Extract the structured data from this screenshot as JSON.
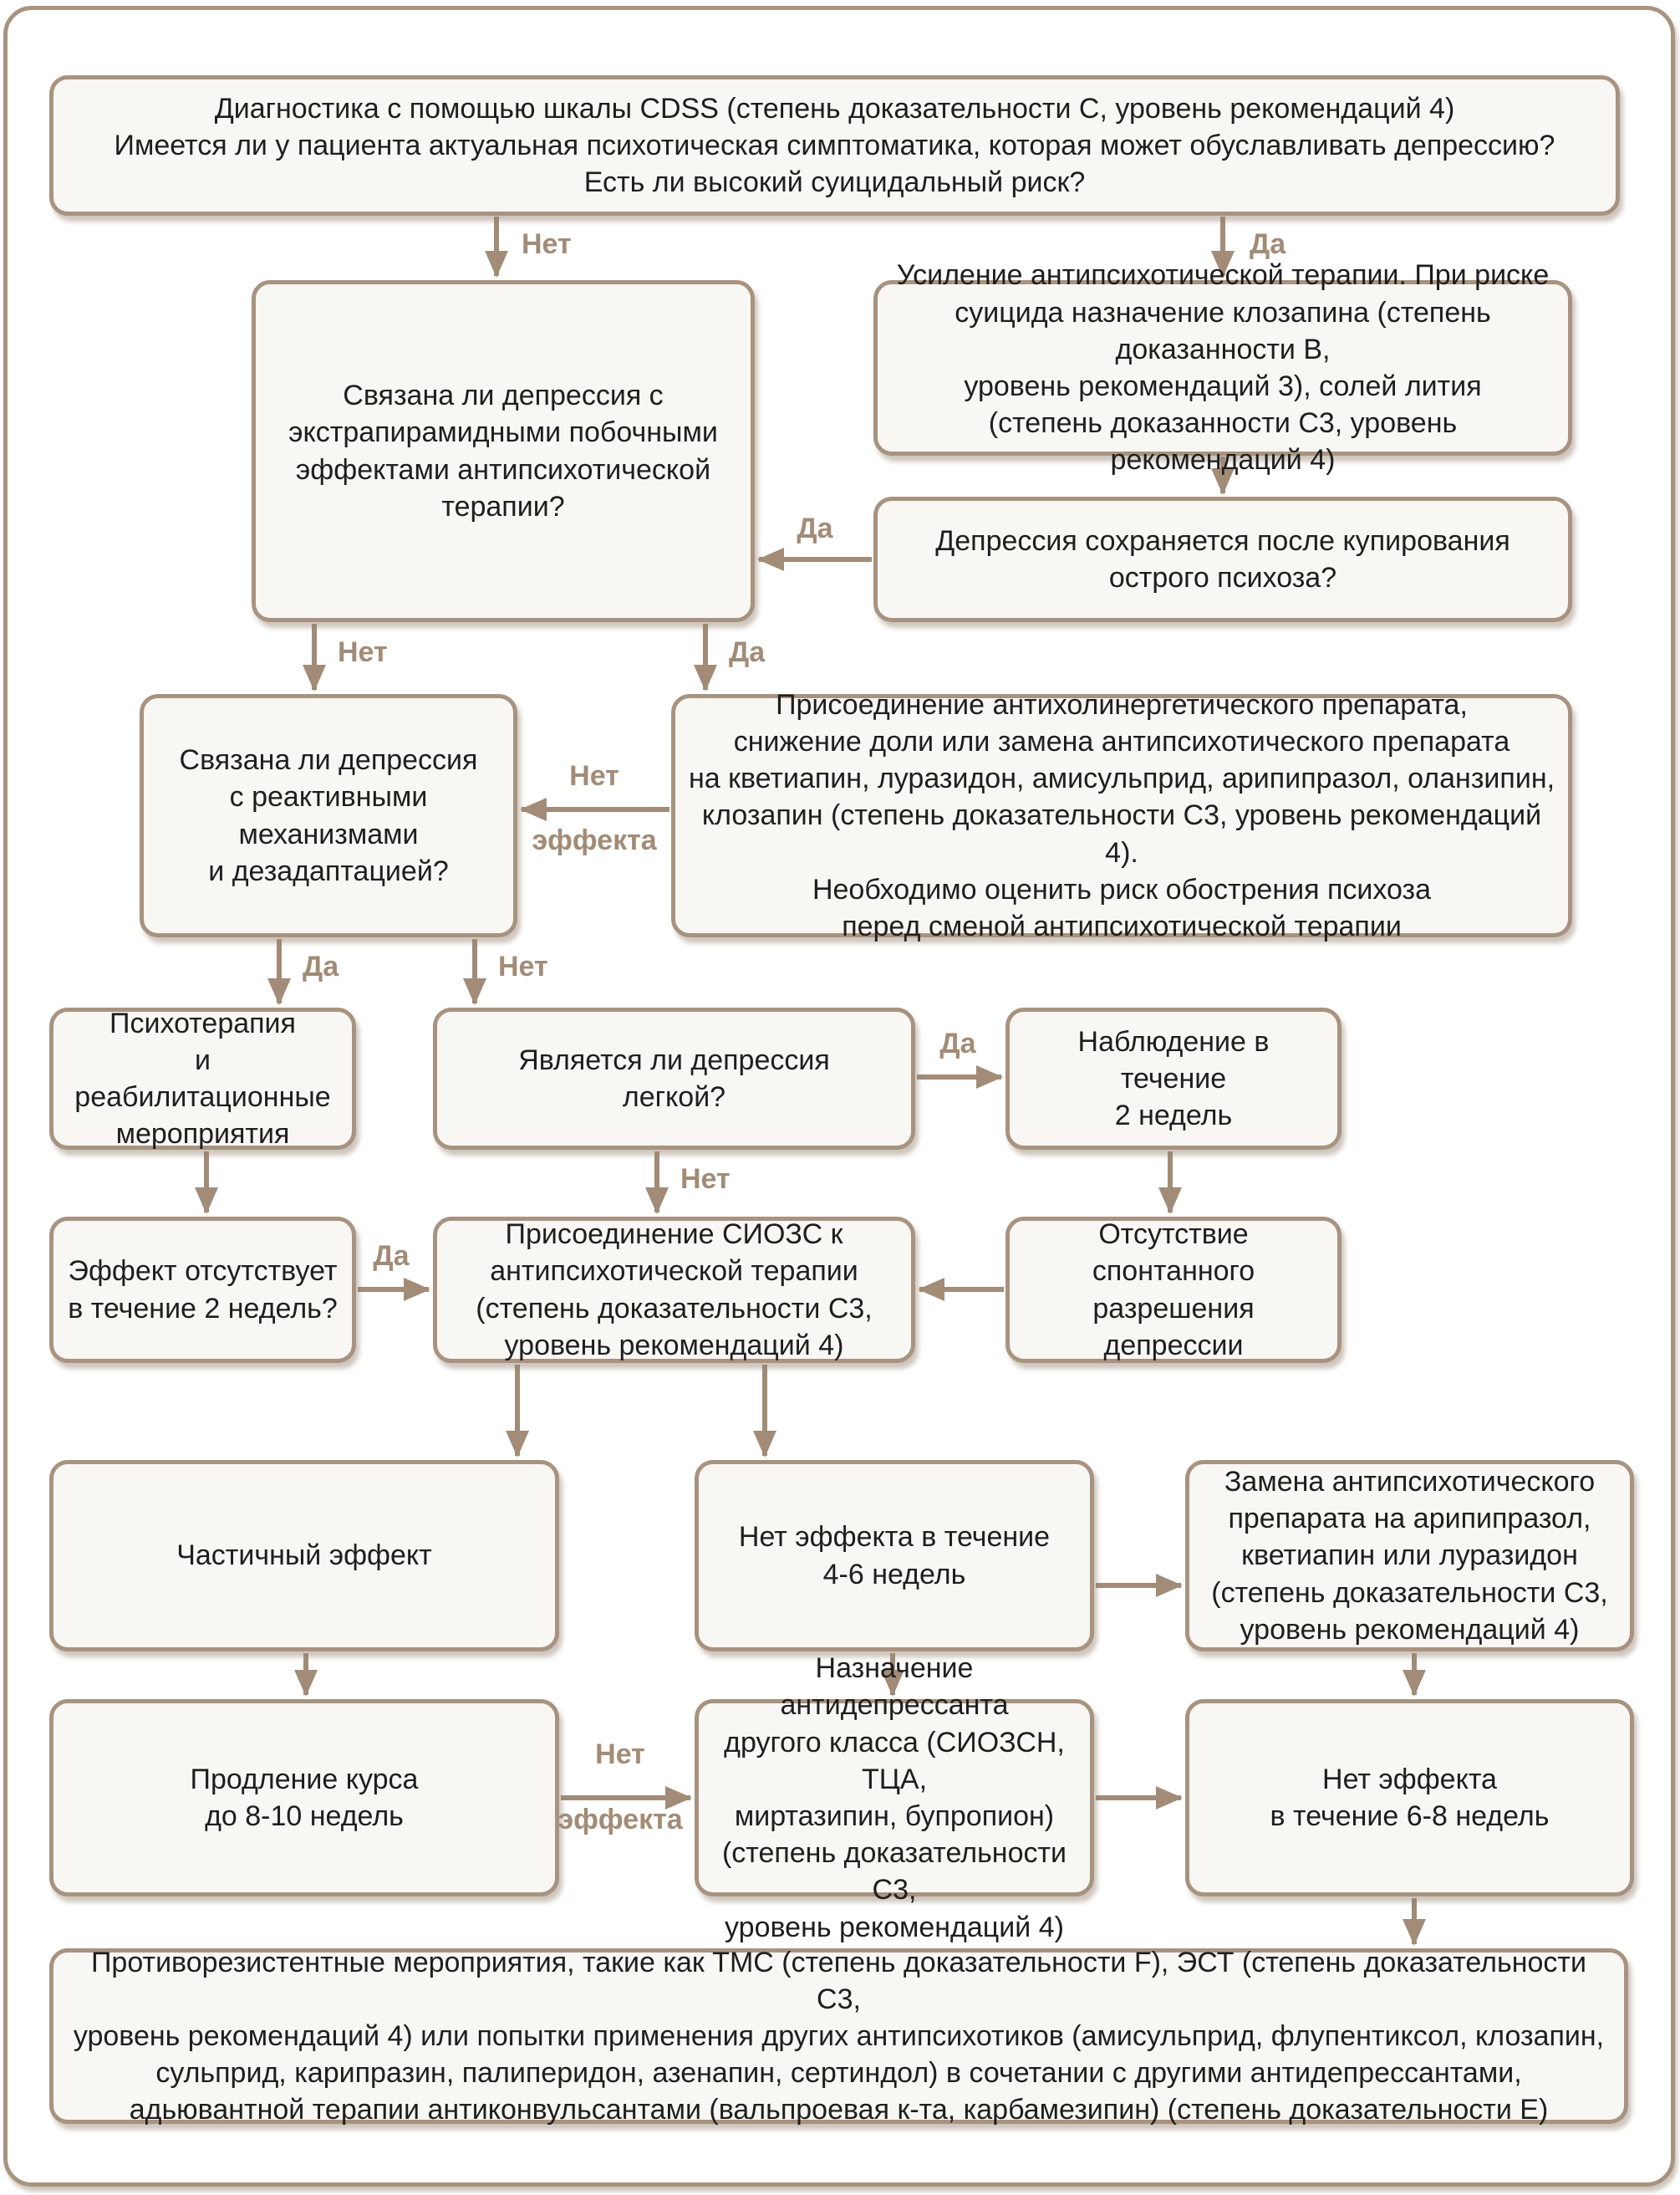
{
  "diagram": {
    "labels": {
      "yes": "Да",
      "no": "Нет",
      "effect": "эффекта"
    },
    "colors": {
      "accent": "#a28c77",
      "box_border": "#a89380",
      "box_fill": "#f9f7f4",
      "text": "#1e1e1e",
      "background": "#ffffff"
    },
    "nodes": {
      "diagnostics": "Диагностика с помощью шкалы CDSS (степень доказательности С, уровень рекомендаций 4)\nИмеется ли у пациента актуальная психотическая симптоматика, которая может обуславливать депрессию?\nЕсть ли высокий суицидальный риск?",
      "eps": "Связана ли депрессия с\nэкстрапирамидными побочными\nэффектами антипсихотической\nтерапии?",
      "augmentation": "Усиление антипсихотической терапии. При риске\nсуицида назначение клозапина (степень доказанности В,\nуровень рекомендаций 3), солей лития\n(степень доказанности С3, уровень рекомендаций 4)",
      "persistent": "Депрессия сохраняется после купирования\nострого психоза?",
      "reactive": "Связана ли депрессия\nс реактивными\nмеханизмами\nи дезадаптацией?",
      "anticholinergic": "Присоединение антихолинергетического препарата,\nснижение доли или замена антипсихотического препарата\nна кветиапин, луразидон, амисульприд, арипипразол, оланзипин,\nклозапин (степень доказательности С3, уровень рекомендаций 4).\nНеобходимо оценить риск обострения психоза\nперед сменой антипсихотической терапии",
      "psychotherapy": "Психотерапия\nи реабилитационные\nмероприятия",
      "mild": "Является ли депрессия\nлегкой?",
      "observation": "Наблюдение в течение\n2 недель",
      "no_effect_2w": "Эффект отсутствует\nв течение 2 недель?",
      "ssri": "Присоединение СИОЗС к\nантипсихотической терапии\n(степень доказательности С3,\nуровень рекомендаций 4)",
      "spontaneous": "Отсутствие спонтанного\nразрешения депрессии",
      "partial": "Частичный эффект",
      "no_effect_46w": "Нет эффекта в течение\n4-6 недель",
      "switch_ap": "Замена антипсихотического\nпрепарата на арипипразол,\nкветиапин или луразидон\n(степень доказательности С3,\nуровень рекомендаций 4)",
      "extend": "Продление курса\nдо 8-10 недель",
      "other_class": "Назначение антидепрессанта\nдругого класса (СИОЗСН, ТЦА,\nмиртазипин, бупропион)\n(степень доказательности С3,\nуровень рекомендаций 4)",
      "no_effect_68w": "Нет эффекта\nв течение 6-8 недель",
      "resistant": "Противорезистентные мероприятия, такие как ТМС (степень доказательности F), ЭСТ (степень доказательности С3,\nуровень рекомендаций 4) или попытки применения других антипсихотиков (амисульприд, флупентиксол, клозапин,\nсульприд, карипразин, палиперидон, азенапин, сертиндол) в сочетании с другими антидепрессантами,\nадьювантной терапии антиконвульсантами (вальпроевая к-та, карбамезипин) (степень доказательности Е)"
    }
  }
}
